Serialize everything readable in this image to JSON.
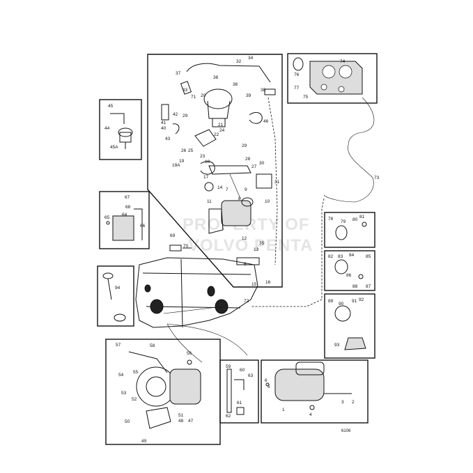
{
  "page_number": "6106",
  "watermark": [
    "PROPERTY OF",
    "VOLVO PENTA"
  ],
  "callouts": {
    "distributor": [
      "32",
      "34",
      "37",
      "38",
      "33",
      "36",
      "38",
      "39",
      "71",
      "20",
      "29",
      "21",
      "24",
      "22",
      "23",
      "42",
      "41",
      "40",
      "43",
      "26",
      "25",
      "29",
      "28",
      "27",
      "30",
      "18",
      "19A",
      "19",
      "17",
      "14",
      "31",
      "46",
      "45",
      "44",
      "45A"
    ],
    "coil": [
      "11",
      "7",
      "8",
      "9",
      "10",
      "12",
      "35",
      "13",
      "15",
      "16",
      "6"
    ],
    "regulator": [
      "67",
      "68",
      "65",
      "64",
      "66",
      "69",
      "70"
    ],
    "sender": [
      "94"
    ],
    "cable": [
      "72",
      "73"
    ],
    "instrument_panel": [
      "74",
      "76",
      "77",
      "75"
    ],
    "gauge_1": [
      "78",
      "79",
      "80",
      "81"
    ],
    "gauge_2": [
      "82",
      "83",
      "84",
      "85",
      "86",
      "88",
      "87"
    ],
    "gauge_3": [
      "89",
      "90",
      "91",
      "92",
      "93"
    ],
    "alternator": [
      "57",
      "58",
      "56",
      "55",
      "54",
      "53",
      "52",
      "47",
      "51",
      "48",
      "50",
      "49"
    ],
    "relay": [
      "59",
      "60",
      "63",
      "61",
      "62"
    ],
    "starter": [
      "6",
      "5",
      "1",
      "4",
      "3",
      "2"
    ]
  }
}
